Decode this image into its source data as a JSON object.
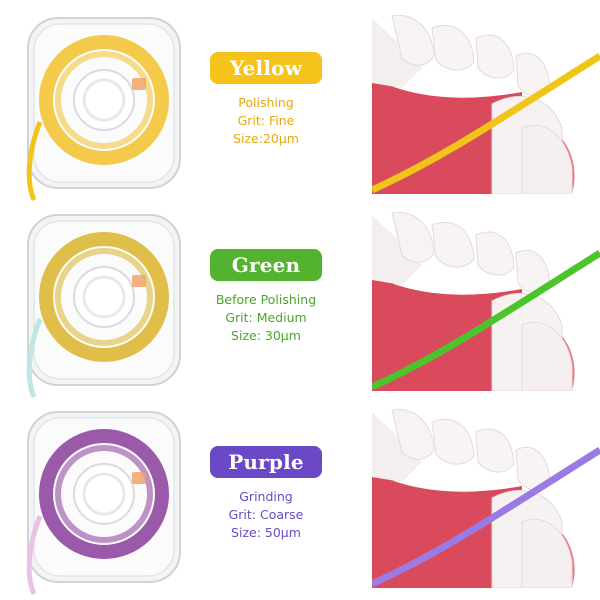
{
  "strips": [
    {
      "color_name": "Yellow",
      "use": "Polishing",
      "grit": "Grit: Fine",
      "size": "Size:20μm",
      "pill_color": "#f6c21c",
      "text_color": "#e3a912",
      "tape_color": "#f2c12c",
      "ribbon_color": "#f1c419"
    },
    {
      "color_name": "Green",
      "use": "Before Polishing",
      "grit": "Grit: Medium",
      "size": "Size: 30μm",
      "pill_color": "#54b32e",
      "text_color": "#4aa52a",
      "tape_color": "#d9b42a",
      "ribbon_color": "#4cc42c"
    },
    {
      "color_name": "Purple",
      "use": "Grinding",
      "grit": "Grit: Coarse",
      "size": "Size: 50μm",
      "pill_color": "#6b48c6",
      "text_color": "#6a4ac4",
      "tape_color": "#8a3c9a",
      "ribbon_color": "#9b7be3"
    }
  ]
}
